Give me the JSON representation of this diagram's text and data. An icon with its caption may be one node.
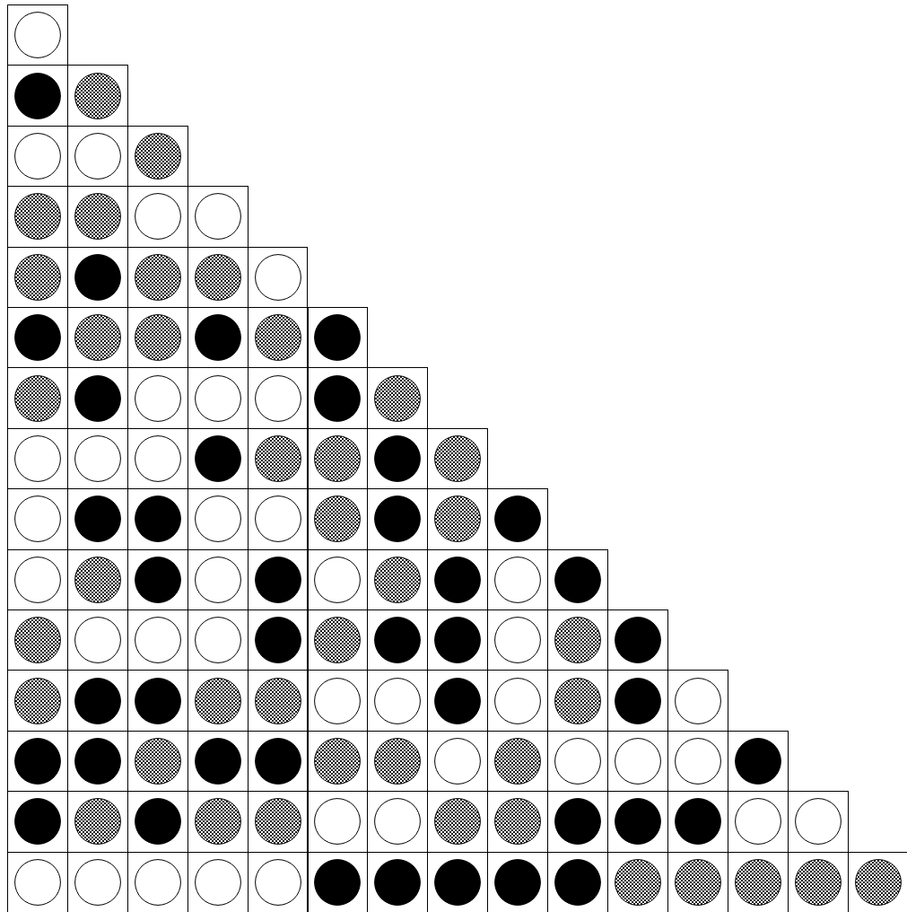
{
  "diagram": {
    "nodes": [
      {
        "text": [],
        "shape": "circle"
      },
      {
        "text": [],
        "shape": "disc"
      },
      {
        "text": [],
        "shape": "hatched"
      },
      {
        "text": [],
        "shape": "circle"
      },
      {
        "text": [],
        "shape": "circle"
      },
      {
        "text": [],
        "shape": "hatched"
      },
      {
        "text": [],
        "shape": "hatched"
      },
      {
        "text": [],
        "shape": "hatched"
      },
      {
        "text": [],
        "shape": "circle"
      },
      {
        "text": [],
        "shape": "circle"
      },
      {
        "text": [],
        "shape": "hatched"
      },
      {
        "text": [],
        "shape": "disc"
      },
      {
        "text": [],
        "shape": "hatched"
      },
      {
        "text": [],
        "shape": "hatched"
      },
      {
        "text": [],
        "shape": "circle"
      },
      {
        "text": [],
        "shape": "disc"
      },
      {
        "text": [],
        "shape": "hatched"
      },
      {
        "text": [],
        "shape": "hatched"
      },
      {
        "text": [],
        "shape": "disc"
      },
      {
        "text": [],
        "shape": "hatched"
      },
      {
        "text": [],
        "shape": "disc"
      },
      {
        "text": [],
        "shape": "hatched"
      },
      {
        "text": [],
        "shape": "disc"
      },
      {
        "text": [],
        "shape": "circle"
      },
      {
        "text": [],
        "shape": "circle"
      },
      {
        "text": [],
        "shape": "circle"
      },
      {
        "text": [],
        "shape": "disc"
      },
      {
        "text": [],
        "shape": "hatched"
      },
      {
        "text": [],
        "shape": "circle"
      },
      {
        "text": [],
        "shape": "circle"
      },
      {
        "text": [],
        "shape": "circle"
      },
      {
        "text": [],
        "shape": "disc"
      },
      {
        "text": [],
        "shape": "hatched"
      },
      {
        "text": [],
        "shape": "hatched"
      },
      {
        "text": [],
        "shape": "disc"
      },
      {
        "text": [],
        "shape": "hatched"
      },
      {
        "text": [],
        "shape": "circle"
      },
      {
        "text": [],
        "shape": "disc"
      },
      {
        "text": [],
        "shape": "disc"
      },
      {
        "text": [],
        "shape": "circle"
      },
      {
        "text": [],
        "shape": "circle"
      },
      {
        "text": [],
        "shape": "hatched"
      },
      {
        "text": [],
        "shape": "disc"
      },
      {
        "text": [],
        "shape": "hatched"
      },
      {
        "text": [],
        "shape": "disc"
      },
      {
        "text": [],
        "shape": "circle"
      },
      {
        "text": [],
        "shape": "hatched"
      },
      {
        "text": [],
        "shape": "disc"
      },
      {
        "text": [],
        "shape": "circle"
      },
      {
        "text": [],
        "shape": "disc"
      },
      {
        "text": [],
        "shape": "circle"
      },
      {
        "text": [],
        "shape": "hatched"
      },
      {
        "text": [],
        "shape": "disc"
      },
      {
        "text": [],
        "shape": "circle"
      },
      {
        "text": [],
        "shape": "disc"
      },
      {
        "text": [],
        "shape": "hatched"
      },
      {
        "text": [],
        "shape": "circle"
      },
      {
        "text": [],
        "shape": "circle"
      },
      {
        "text": [],
        "shape": "circle"
      },
      {
        "text": [],
        "shape": "disc"
      },
      {
        "text": [],
        "shape": "hatched"
      },
      {
        "text": [],
        "shape": "disc"
      },
      {
        "text": [],
        "shape": "disc"
      },
      {
        "text": [],
        "shape": "circle"
      },
      {
        "text": [],
        "shape": "hatched"
      },
      {
        "text": [],
        "shape": "disc"
      },
      {
        "text": [],
        "shape": "hatched"
      },
      {
        "text": [],
        "shape": "disc"
      },
      {
        "text": [],
        "shape": "disc"
      },
      {
        "text": [],
        "shape": "hatched"
      },
      {
        "text": [],
        "shape": "hatched"
      },
      {
        "text": [],
        "shape": "circle"
      },
      {
        "text": [],
        "shape": "circle"
      },
      {
        "text": [],
        "shape": "disc"
      },
      {
        "text": [],
        "shape": "circle"
      },
      {
        "text": [],
        "shape": "hatched"
      },
      {
        "text": [],
        "shape": "disc"
      },
      {
        "text": [],
        "shape": "circle"
      },
      {
        "text": [],
        "shape": "disc"
      },
      {
        "text": [],
        "shape": "disc"
      },
      {
        "text": [],
        "shape": "hatched"
      },
      {
        "text": [],
        "shape": "disc"
      },
      {
        "text": [],
        "shape": "disc"
      },
      {
        "text": [],
        "shape": "hatched"
      },
      {
        "text": [],
        "shape": "hatched"
      },
      {
        "text": [],
        "shape": "circle"
      },
      {
        "text": [],
        "shape": "hatched"
      },
      {
        "text": [],
        "shape": "circle"
      },
      {
        "text": [],
        "shape": "circle"
      },
      {
        "text": [],
        "shape": "circle"
      },
      {
        "text": [],
        "shape": "disc"
      },
      {
        "text": [],
        "shape": "disc"
      },
      {
        "text": [],
        "shape": "hatched"
      },
      {
        "text": [],
        "shape": "disc"
      },
      {
        "text": [],
        "shape": "hatched"
      },
      {
        "text": [],
        "shape": "hatched"
      },
      {
        "text": [],
        "shape": "circle"
      },
      {
        "text": [],
        "shape": "circle"
      },
      {
        "text": [],
        "shape": "hatched"
      },
      {
        "text": [],
        "shape": "hatched"
      },
      {
        "text": [],
        "shape": "disc"
      },
      {
        "text": [],
        "shape": "disc"
      },
      {
        "text": [],
        "shape": "disc"
      },
      {
        "text": [],
        "shape": "circle"
      },
      {
        "text": [],
        "shape": "circle"
      },
      {
        "text": [],
        "shape": "circle"
      },
      {
        "text": [],
        "shape": "circle"
      },
      {
        "text": [],
        "shape": "circle"
      },
      {
        "text": [],
        "shape": "circle"
      },
      {
        "text": [],
        "shape": "circle"
      },
      {
        "text": [],
        "shape": "disc"
      },
      {
        "text": [],
        "shape": "disc"
      },
      {
        "text": [],
        "shape": "disc"
      },
      {
        "text": [],
        "shape": "disc"
      },
      {
        "text": [],
        "shape": "disc"
      },
      {
        "text": [],
        "shape": "hatched"
      },
      {
        "text": [],
        "shape": "hatched"
      },
      {
        "text": [],
        "shape": "hatched"
      },
      {
        "text": [],
        "shape": "hatched"
      },
      {
        "text": [],
        "shape": "hatched"
      }
    ]
  }
}
